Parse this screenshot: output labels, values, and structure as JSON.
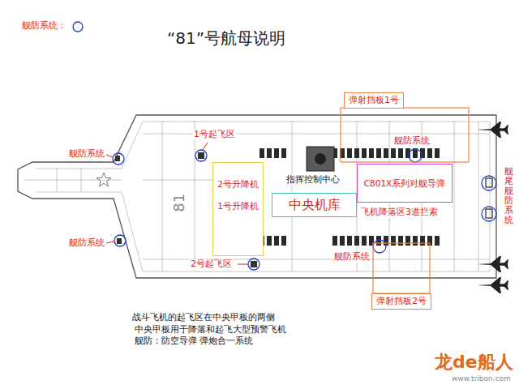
{
  "diagram": {
    "title": "“81”号航母说明",
    "nodes": [
      {
        "text": [
          "弹射挡板1号"
        ]
      },
      {
        "text": [
          "2号升降机",
          "1号升降机"
        ]
      },
      {
        "text": [
          "中央机库"
        ]
      },
      {
        "text": [
          "C801X系列对舰导弹"
        ]
      },
      {
        "text": [
          "弹射挡板2号"
        ]
      }
    ],
    "labels": [
      "1号起飞区",
      "舰防系统",
      "舰防系统",
      "指挥控制中心",
      "飞机降落区3道拦索",
      "舰防系统",
      "舰防系统",
      "2号起飞区",
      "舰尾舰防系统",
      "81",
      "战斗飞机的起飞区在中央甲板的两侧",
      "中央甲板用于降落和起飞大型预警飞机",
      "舰防：防空导弹 弹炮合一系统",
      "龙de船人",
      "www.tribon.com"
    ],
    "legend": [
      {
        "text": "舰防系统："
      }
    ]
  }
}
